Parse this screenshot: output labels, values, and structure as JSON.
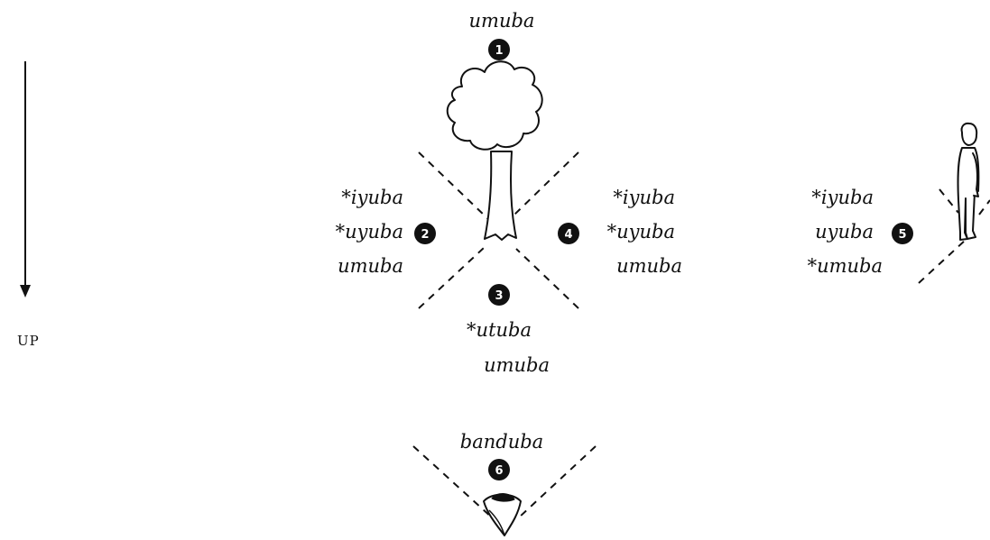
{
  "axis": {
    "label": "UP"
  },
  "regions": [
    {
      "id": "1",
      "forms": [
        "umuba"
      ]
    },
    {
      "id": "2",
      "forms": [
        "*iyuba",
        "*uyuba",
        "umuba"
      ]
    },
    {
      "id": "3",
      "forms": [
        "*utuba",
        "umuba"
      ]
    },
    {
      "id": "4",
      "forms": [
        "*iyuba",
        "*uyuba",
        "umuba"
      ]
    },
    {
      "id": "5",
      "forms": [
        "*iyuba",
        "uyuba",
        "*umuba"
      ]
    },
    {
      "id": "6",
      "forms": [
        "banduba"
      ]
    }
  ],
  "icons": {
    "tree": "tree-icon",
    "person": "standing-person-icon",
    "eye": "eye-icon",
    "arrow": "down-arrow-icon"
  }
}
